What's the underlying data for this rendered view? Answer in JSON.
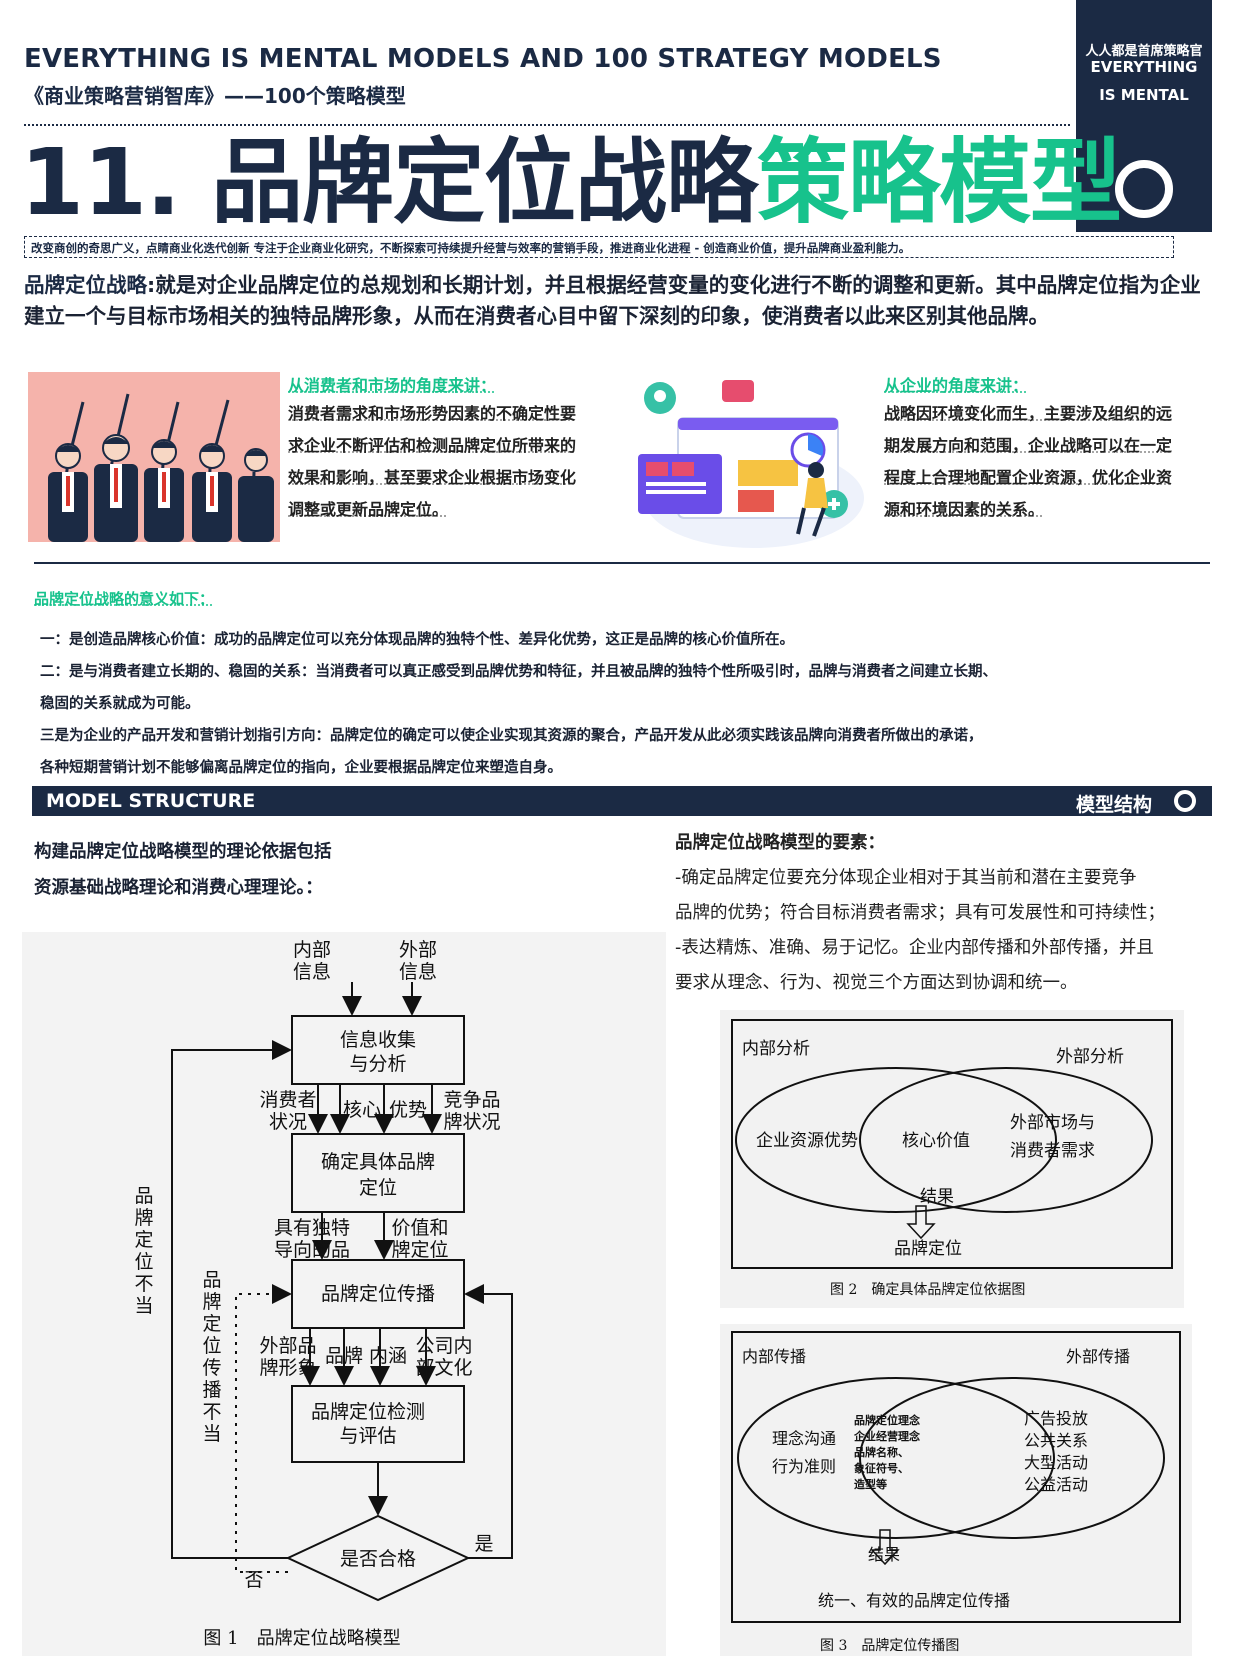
{
  "header": {
    "en_title": "EVERYTHING IS MENTAL MODELS AND 100 STRATEGY MODELS",
    "cn_subtitle": "《商业策略营销智库》——100个策略模型",
    "badge": {
      "line1": "人人都是首席策略官",
      "line2": "EVERYTHING",
      "line3": "IS MENTAL"
    },
    "title_main": "11. 品牌定位战略",
    "title_accent": "策略模型",
    "slogan": "改变商创的奇思广义，点睛商业化迭代创新 专注于企业商业化研究，不断探索可持续提升经营与效率的营销手段，推进商业化进程 - 创造商业价值，提升品牌商业盈利能力。"
  },
  "intro": {
    "label": "品牌定位战略",
    "text": ":就是对企业品牌定位的总规划和长期计划，并且根据经营变量的变化进行不断的调整和更新。其中品牌定位指为企业建立一个与目标市场相关的独特品牌形象，从而在消费者心目中留下深刻的印象，使消费者以此来区别其他品牌。"
  },
  "consumer": {
    "title": "从消费者和市场的角度来讲：",
    "lines": [
      "消费者需求和市场形势因素的不确定性要",
      "求企业不断评估和检测品牌定位所带来的",
      "效果和影响，甚至要求企业根据市场变化",
      "调整或更新品牌定位。"
    ]
  },
  "company": {
    "title": "从企业的角度来讲：",
    "lines": [
      "战略因环境变化而生，主要涉及组织的远",
      "期发展方向和范围，企业战略可以在一定",
      "程度上合理地配置企业资源，优化企业资",
      "源和环境因素的关系。"
    ]
  },
  "meaning": {
    "title": "品牌定位战略的意义如下：",
    "items": [
      "一：是创造品牌核心价值：成功的品牌定位可以充分体现品牌的独特个性、差异化优势，这正是品牌的核心价值所在。",
      "二：是与消费者建立长期的、稳固的关系：当消费者可以真正感受到品牌优势和特征，并且被品牌的独特个性所吸引时，品牌与消费者之间建立长期、",
      "稳固的关系就成为可能。",
      "三是为企业的产品开发和营销计划指引方向：品牌定位的确定可以使企业实现其资源的聚合，产品开发从此必须实践该品牌向消费者所做出的承诺，",
      "各种短期营销计划不能够偏离品牌定位的指向，企业要根据品牌定位来塑造自身。"
    ]
  },
  "banner": {
    "en": "MODEL STRUCTURE",
    "cn": "模型结构"
  },
  "basis": {
    "line1": "构建品牌定位战略模型的理论依据包括",
    "line2": "资源基础战略理论和消费心理理论。："
  },
  "elements": {
    "head": "品牌定位战略模型的要素：",
    "lines": [
      "-确定品牌定位要充分体现企业相对于其当前和潜在主要竞争",
      "品牌的优势；符合目标消费者需求；具有可发展性和可持续性；",
      "-表达精炼、准确、易于记忆。企业内部传播和外部传播，并且",
      "要求从理念、行为、视觉三个方面达到协调和统一。"
    ]
  },
  "fig1": {
    "internal_info": [
      "内部",
      "信息"
    ],
    "external_info": [
      "外部",
      "信息"
    ],
    "collect": [
      "信息收集",
      "与分析"
    ],
    "consumer_status": [
      "消费者",
      "状况"
    ],
    "core": "核心",
    "advantage": "优势",
    "competitor_status": [
      "竞争品",
      "牌状况"
    ],
    "determine": [
      "确定具体品牌",
      "定位"
    ],
    "unique_brand": [
      "具有独特",
      "导向的品"
    ],
    "value_positioning": [
      "价值和",
      "牌定位"
    ],
    "communicate": "品牌定位传播",
    "external_image": [
      "外部品",
      "牌形象"
    ],
    "brand": "品牌",
    "connotation": "内涵",
    "internal_culture": [
      "公司内",
      "部文化"
    ],
    "evaluate": [
      "品牌定位检测",
      "与评估"
    ],
    "qualified": "是否合格",
    "no": "否",
    "yes": "是",
    "improper_position": "品牌定位不当",
    "improper_comm": "品牌定位传播不当",
    "caption": "图 1　品牌定位战略模型"
  },
  "fig2": {
    "internal": "内部分析",
    "external": "外部分析",
    "left": "企业资源优势",
    "center": "核心价值",
    "right": [
      "外部市场与",
      "消费者需求"
    ],
    "result": "结果",
    "output": "品牌定位",
    "caption": "图 2　确定具体品牌定位依据图"
  },
  "fig3": {
    "internal": "内部传播",
    "external": "外部传播",
    "left": [
      "理念沟通",
      "行为准则"
    ],
    "center": [
      "品牌定位理念",
      "企业经营理念",
      "品牌名称、",
      "象征符号、",
      "造型等"
    ],
    "right": [
      "广告投放",
      "公共关系",
      "大型活动",
      "公益活动"
    ],
    "result": "结果",
    "output": "统一、有效的品牌定位传播",
    "caption": "图 3　品牌定位传播图"
  },
  "colors": {
    "navy": "#1b2a44",
    "accent_green": "#17c28c",
    "people_bg": "#f5b3ab"
  }
}
